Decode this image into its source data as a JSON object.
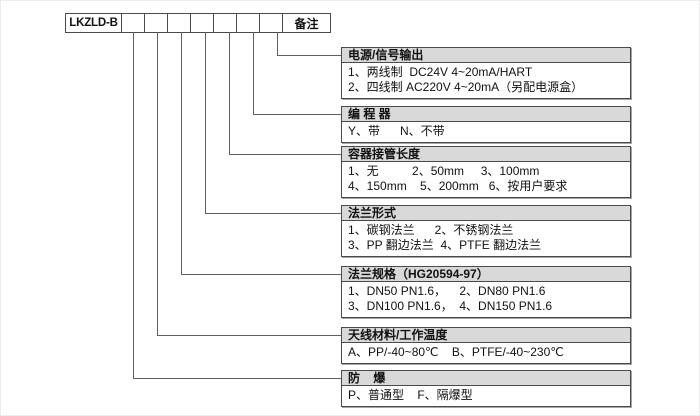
{
  "colors": {
    "border": "#4a4a4a",
    "connector_line": "#5e5e5e",
    "header_bg": "#d9d9d9",
    "text": "#111111",
    "background": "#ffffff"
  },
  "model_row": {
    "prefix": "LKZLD-B",
    "code_cell_count": 7,
    "remark_label": "备注"
  },
  "sections": [
    {
      "id": "power-signal-output",
      "title": "电源/信号输出",
      "lines": [
        "1、两线制  DC24V 4~20mA/HART",
        "2、四线制 AC220V 4~20mA（另配电源盒）"
      ]
    },
    {
      "id": "programmer",
      "title": "编 程 器",
      "lines": [
        "Y、带      N、不带"
      ]
    },
    {
      "id": "vessel-nozzle-length",
      "title": "容器接管长度",
      "lines": [
        "1、无          2、50mm     3、100mm",
        "4、150mm    5、200mm   6、按用户要求"
      ]
    },
    {
      "id": "flange-type",
      "title": "法兰形式",
      "lines": [
        "1、碳钢法兰      2、不锈钢法兰",
        "3、PP 翻边法兰  4、PTFE 翻边法兰"
      ]
    },
    {
      "id": "flange-spec",
      "title": "法兰规格（HG20594-97）",
      "lines": [
        "1、DN50 PN1.6，    2、DN80 PN1.6",
        "3、DN100 PN1.6，  4、DN150 PN1.6"
      ]
    },
    {
      "id": "antenna-material-working-temperature",
      "title": "天线材料/工作温度",
      "lines": [
        "A、PP/-40~80℃    B、PTFE/-40~230℃"
      ]
    },
    {
      "id": "explosion-proof",
      "title": "防    爆",
      "lines": [
        "P、普通型    F、隔爆型"
      ]
    }
  ]
}
